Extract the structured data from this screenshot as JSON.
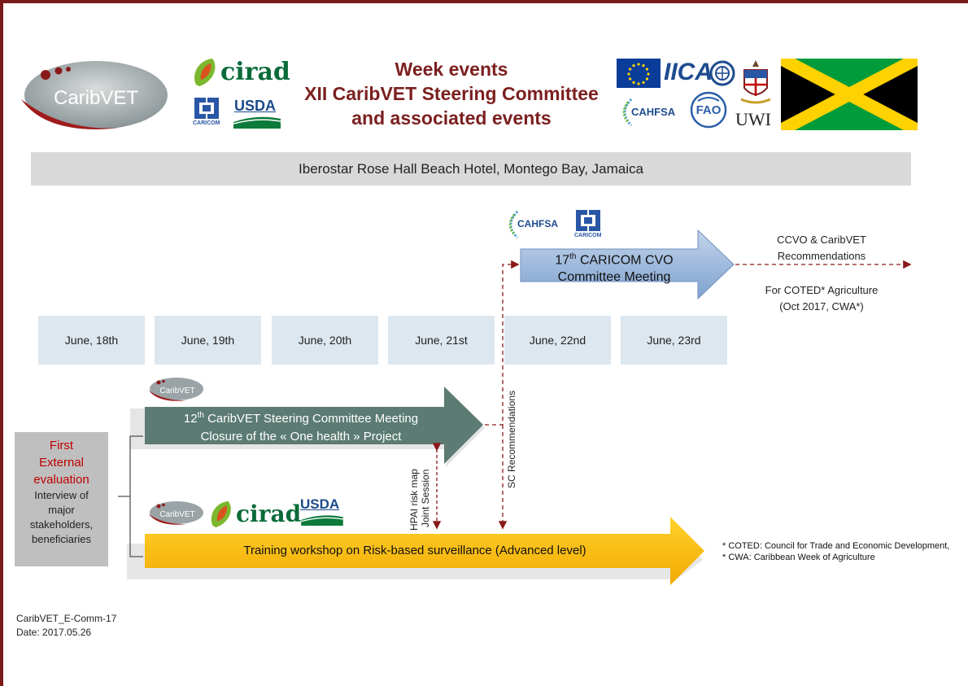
{
  "header": {
    "title_line1": "Week events",
    "title_line2": "XII CaribVET Steering Committee",
    "title_line3": "and associated events"
  },
  "logos": {
    "caribvet": "CaribVET",
    "cirad": "cirad",
    "usda": "USDA",
    "caricom": "CARICOM",
    "iica": "IICA",
    "cahfsa": "CAHFSA",
    "uwi": "UWI"
  },
  "venue": "Iberostar Rose Hall Beach Hotel, Montego Bay, Jamaica",
  "days": [
    "June, 18th",
    "June, 19th",
    "June, 20th",
    "June, 21st",
    "June, 22nd",
    "June, 23rd"
  ],
  "cvo_meeting": {
    "line1_num": "17",
    "line1_sup": "th",
    "line1_rest": " CARICOM CVO",
    "line2": "Committee Meeting"
  },
  "recommendations": {
    "line1": "CCVO & CaribVET",
    "line2": "Recommendations",
    "line3": "For COTED* Agriculture",
    "line4": "(Oct 2017, CWA*)"
  },
  "steering": {
    "line1_num": "12",
    "line1_sup": "th",
    "line1_rest": " CaribVET Steering Committee Meeting",
    "line2": "Closure of the « One health » Project"
  },
  "evaluation": {
    "line1": "First",
    "line2": "External",
    "line3": "evaluation",
    "detail1": "Interview of",
    "detail2": "major",
    "detail3": "stakeholders,",
    "detail4": "beneficiaries"
  },
  "vertical_labels": {
    "hpai1": "HPAI risk map",
    "hpai2": "Joint Session",
    "sc": "SC Recommendations"
  },
  "training": "Training workshop on Risk-based surveillance (Advanced level)",
  "footnotes": {
    "coted": "* COTED: Council for Trade and Economic Development,",
    "cwa": "* CWA: Caribbean Week of Agriculture"
  },
  "doc_info": {
    "ref": "CaribVET_E-Comm-17",
    "date": "Date: 2017.05.26"
  },
  "colors": {
    "title": "#7b1f1f",
    "steering_arrow": "#5b7b73",
    "cvo_arrow": "#9db8da",
    "training_arrow": "#ffc000",
    "dashed_connector": "#8b1a1a",
    "evaluation_red": "#c00000"
  }
}
